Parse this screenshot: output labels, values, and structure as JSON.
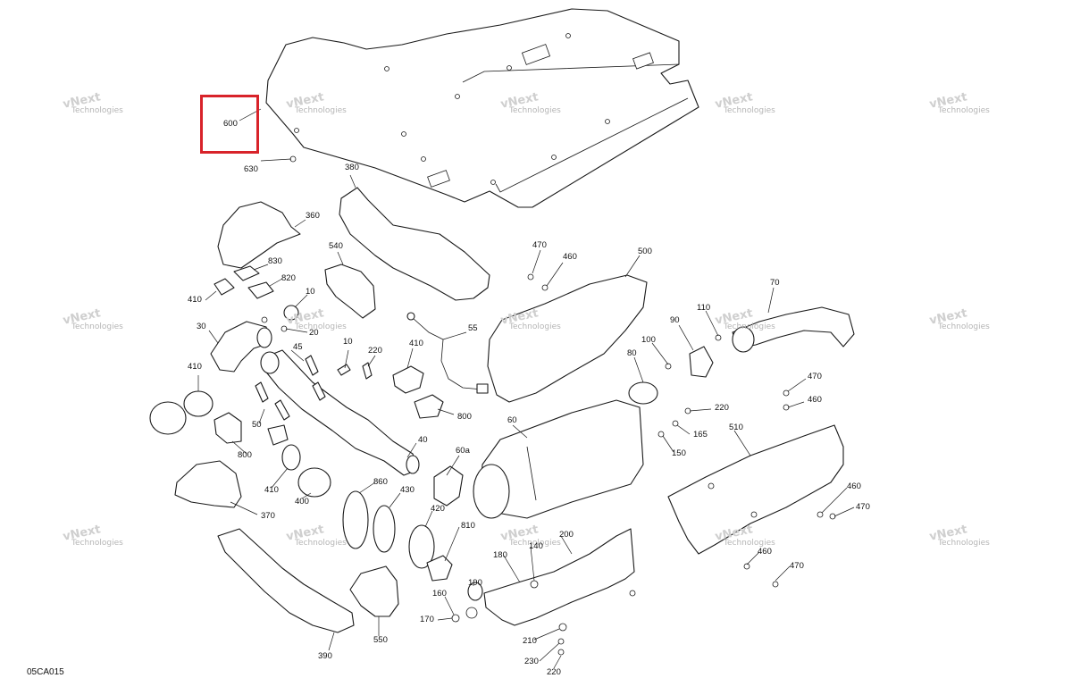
{
  "diagram": {
    "code": "05CA015",
    "highlight_color": "#d8232a",
    "highlighted_part": "600",
    "watermark_line1": "vNext",
    "watermark_line2": "Technologies"
  },
  "labels": [
    {
      "id": "600",
      "text": "600"
    },
    {
      "id": "630",
      "text": "630"
    },
    {
      "id": "380",
      "text": "380"
    },
    {
      "id": "360",
      "text": "360"
    },
    {
      "id": "540",
      "text": "540"
    },
    {
      "id": "830",
      "text": "830"
    },
    {
      "id": "820",
      "text": "820"
    },
    {
      "id": "410a",
      "text": "410"
    },
    {
      "id": "10a",
      "text": "10"
    },
    {
      "id": "30",
      "text": "30"
    },
    {
      "id": "20",
      "text": "20"
    },
    {
      "id": "45",
      "text": "45"
    },
    {
      "id": "10b",
      "text": "10"
    },
    {
      "id": "220a",
      "text": "220"
    },
    {
      "id": "410b",
      "text": "410"
    },
    {
      "id": "55",
      "text": "55"
    },
    {
      "id": "470a",
      "text": "470"
    },
    {
      "id": "460a",
      "text": "460"
    },
    {
      "id": "500",
      "text": "500"
    },
    {
      "id": "70",
      "text": "70"
    },
    {
      "id": "110",
      "text": "110"
    },
    {
      "id": "90",
      "text": "90"
    },
    {
      "id": "100",
      "text": "100"
    },
    {
      "id": "80",
      "text": "80"
    },
    {
      "id": "410c",
      "text": "410"
    },
    {
      "id": "50",
      "text": "50"
    },
    {
      "id": "800a",
      "text": "800"
    },
    {
      "id": "800b",
      "text": "800"
    },
    {
      "id": "40",
      "text": "40"
    },
    {
      "id": "60",
      "text": "60"
    },
    {
      "id": "220b",
      "text": "220"
    },
    {
      "id": "165",
      "text": "165"
    },
    {
      "id": "150",
      "text": "150"
    },
    {
      "id": "470b",
      "text": "470"
    },
    {
      "id": "460b",
      "text": "460"
    },
    {
      "id": "510",
      "text": "510"
    },
    {
      "id": "60a",
      "text": "60a"
    },
    {
      "id": "410d",
      "text": "410"
    },
    {
      "id": "400",
      "text": "400"
    },
    {
      "id": "860",
      "text": "860"
    },
    {
      "id": "430",
      "text": "430"
    },
    {
      "id": "370",
      "text": "370"
    },
    {
      "id": "420",
      "text": "420"
    },
    {
      "id": "810",
      "text": "810"
    },
    {
      "id": "460c",
      "text": "460"
    },
    {
      "id": "470c",
      "text": "470"
    },
    {
      "id": "140",
      "text": "140"
    },
    {
      "id": "200",
      "text": "200"
    },
    {
      "id": "180",
      "text": "180"
    },
    {
      "id": "460d",
      "text": "460"
    },
    {
      "id": "470d",
      "text": "470"
    },
    {
      "id": "190",
      "text": "190"
    },
    {
      "id": "160",
      "text": "160"
    },
    {
      "id": "170",
      "text": "170"
    },
    {
      "id": "550",
      "text": "550"
    },
    {
      "id": "390",
      "text": "390"
    },
    {
      "id": "210",
      "text": "210"
    },
    {
      "id": "230",
      "text": "230"
    },
    {
      "id": "220c",
      "text": "220"
    }
  ]
}
